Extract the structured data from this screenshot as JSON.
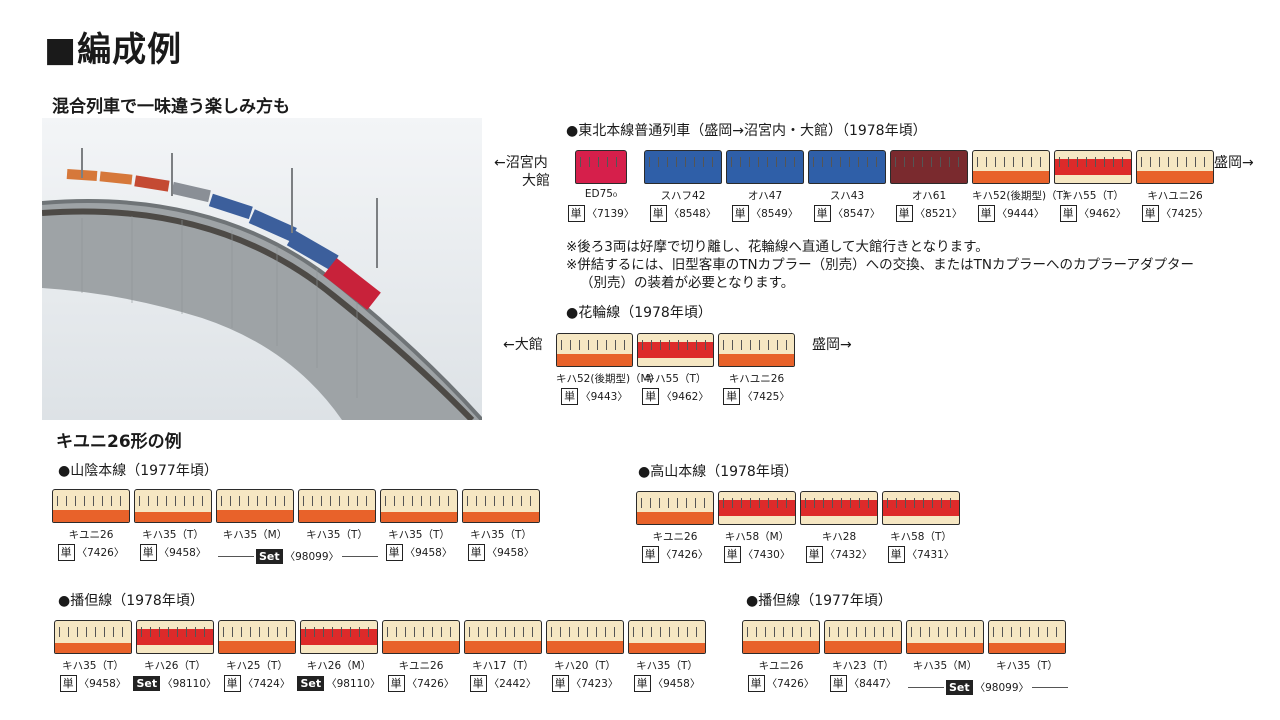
{
  "header": {
    "title": "■編成例"
  },
  "subtitle": "混合列車で一味違う楽しみ方も",
  "kiyuni_section_title": "キユニ26形の例",
  "tohoku": {
    "title": "●東北本線普通列車（盛岡→沼宮内・大館）（1978年頃）",
    "left_dir_1": "←沼宮内",
    "left_dir_2": "大館",
    "right_dir": "盛岡→",
    "cars": [
      {
        "name": "ED75₀",
        "badge": "単",
        "code": "〈7139〉",
        "style": "ed75"
      },
      {
        "name": "スハフ42",
        "badge": "単",
        "code": "〈8548〉",
        "style": "blue"
      },
      {
        "name": "オハ47",
        "badge": "単",
        "code": "〈8549〉",
        "style": "blue"
      },
      {
        "name": "スハ43",
        "badge": "単",
        "code": "〈8547〉",
        "style": "blue"
      },
      {
        "name": "オハ61",
        "badge": "単",
        "code": "〈8521〉",
        "style": "maroon"
      },
      {
        "name": "キハ52(後期型)（T）",
        "badge": "単",
        "code": "〈9444〉",
        "style": "dc"
      },
      {
        "name": "キハ55（T）",
        "badge": "単",
        "code": "〈9462〉",
        "style": "red"
      },
      {
        "name": "キハユニ26",
        "badge": "単",
        "code": "〈7425〉",
        "style": "dc"
      }
    ],
    "note1": "※後ろ3両は好摩で切り離し、花輪線へ直通して大館行きとなります。",
    "note2": "※併結するには、旧型客車のTNカプラー（別売）への交換、またはTNカプラーへのカプラーアダプター",
    "note3": "（別売）の装着が必要となります。"
  },
  "hanawa": {
    "title": "●花輪線（1978年頃）",
    "left_dir": "←大館",
    "right_dir": "盛岡→",
    "cars": [
      {
        "name": "キハ52(後期型)（M）",
        "badge": "単",
        "code": "〈9443〉",
        "style": "dc"
      },
      {
        "name": "キハ55（T）",
        "badge": "単",
        "code": "〈9462〉",
        "style": "red"
      },
      {
        "name": "キハユニ26",
        "badge": "単",
        "code": "〈7425〉",
        "style": "dc"
      }
    ]
  },
  "sanin": {
    "title": "●山陰本線（1977年頃）",
    "cars": [
      {
        "name": "キユニ26",
        "badge": "単",
        "code": "〈7426〉",
        "style": "dc"
      },
      {
        "name": "キハ35（T）",
        "badge": "単",
        "code": "〈9458〉",
        "style": "cream"
      },
      {
        "name": "キハ35（M）",
        "badge": "",
        "code": "",
        "style": "dc"
      },
      {
        "name": "キハ35（T）",
        "badge": "",
        "code": "",
        "style": "dc"
      },
      {
        "name": "キハ35（T）",
        "badge": "単",
        "code": "〈9458〉",
        "style": "cream"
      },
      {
        "name": "キハ35（T）",
        "badge": "単",
        "code": "〈9458〉",
        "style": "cream"
      }
    ],
    "set_label": "Set",
    "set_code": "〈98099〉"
  },
  "takayama": {
    "title": "●高山本線（1978年頃）",
    "cars": [
      {
        "name": "キユニ26",
        "badge": "単",
        "code": "〈7426〉",
        "style": "dc"
      },
      {
        "name": "キハ58（M）",
        "badge": "単",
        "code": "〈7430〉",
        "style": "red"
      },
      {
        "name": "キハ28",
        "badge": "単",
        "code": "〈7432〉",
        "style": "red"
      },
      {
        "name": "キハ58（T）",
        "badge": "単",
        "code": "〈7431〉",
        "style": "red"
      }
    ]
  },
  "bantan78": {
    "title": "●播但線（1978年頃）",
    "cars": [
      {
        "name": "キハ35（T）",
        "badge": "単",
        "code": "〈9458〉",
        "style": "cream"
      },
      {
        "name": "キハ26（T）",
        "badge": "Set",
        "code": "〈98110〉",
        "style": "red"
      },
      {
        "name": "キハ25（T）",
        "badge": "単",
        "code": "〈7424〉",
        "style": "dc"
      },
      {
        "name": "キハ26（M）",
        "badge": "Set",
        "code": "〈98110〉",
        "style": "red"
      },
      {
        "name": "キユニ26",
        "badge": "単",
        "code": "〈7426〉",
        "style": "dc"
      },
      {
        "name": "キハ17（T）",
        "badge": "単",
        "code": "〈2442〉",
        "style": "dc"
      },
      {
        "name": "キハ20（T）",
        "badge": "単",
        "code": "〈7423〉",
        "style": "dc"
      },
      {
        "name": "キハ35（T）",
        "badge": "単",
        "code": "〈9458〉",
        "style": "cream"
      }
    ]
  },
  "bantan77": {
    "title": "●播但線（1977年頃）",
    "cars": [
      {
        "name": "キユニ26",
        "badge": "単",
        "code": "〈7426〉",
        "style": "dc"
      },
      {
        "name": "キハ23（T）",
        "badge": "単",
        "code": "〈8447〉",
        "style": "dc"
      },
      {
        "name": "キハ35（M）",
        "badge": "",
        "code": "",
        "style": "cream"
      },
      {
        "name": "キハ35（T）",
        "badge": "",
        "code": "",
        "style": "cream"
      }
    ],
    "set_label": "Set",
    "set_code": "〈98099〉"
  },
  "colors": {
    "dc_orange": "#e8622a",
    "dc_cream": "#f6e7c3",
    "red_band": "#dd2a2a",
    "blue_car": "#2f5fa8",
    "maroon_car": "#7a2a2e",
    "ed75_red": "#d61f4b"
  }
}
